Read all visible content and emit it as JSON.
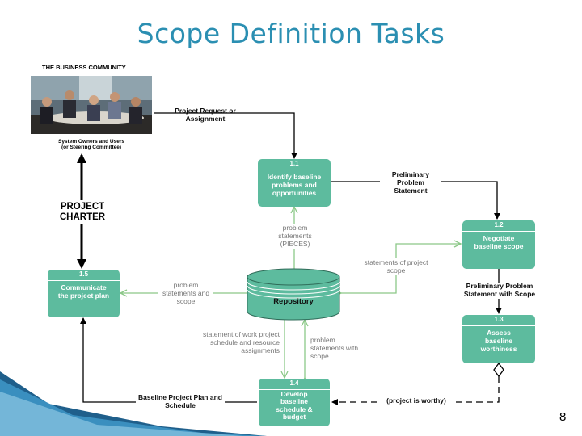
{
  "slide": {
    "title": "Scope Definition Tasks",
    "page_number": "8"
  },
  "diagram": {
    "business_community": "THE BUSINESS COMMUNITY",
    "system_owners_line1": "System Owners and Users",
    "system_owners_line2": "(or Steering Committee)",
    "project_charter": "PROJECT CHARTER",
    "processes": [
      {
        "number": "1.1",
        "label": "Identify baseline problems and opportunities"
      },
      {
        "number": "1.2",
        "label": "Negotiate baseline scope"
      },
      {
        "number": "1.3",
        "label": "Assess baseline worthiness"
      },
      {
        "number": "1.4",
        "label": "Develop baseline schedule & budget"
      },
      {
        "number": "1.5",
        "label": "Communicate the project plan"
      }
    ],
    "repository": "Repository",
    "flows": {
      "project_request": "Project Request or Assignment",
      "preliminary_problem_statement": "Preliminary Problem Statement",
      "preliminary_problem_with_scope": "Preliminary Problem Statement with Scope",
      "project_is_worthy": "(project is worthy)",
      "baseline_plan": "Baseline Project Plan and Schedule"
    },
    "data_flows": {
      "problem_statements_pieces": "problem statements (PIECES)",
      "statements_of_scope": "statements of project scope",
      "problem_statements_and_scope": "problem statements and scope",
      "statement_of_work": "statement of work project schedule and resource assignments",
      "problem_statements_with_scope": "problem statements with scope"
    }
  },
  "colors": {
    "title": "#2b8fb2",
    "process_box": "#5dbb9e",
    "repository": "#5dbb9e",
    "data_flow_arrow": "#8cc888",
    "control_arrow": "#000000",
    "accent_blue": "#1f5f8b"
  }
}
